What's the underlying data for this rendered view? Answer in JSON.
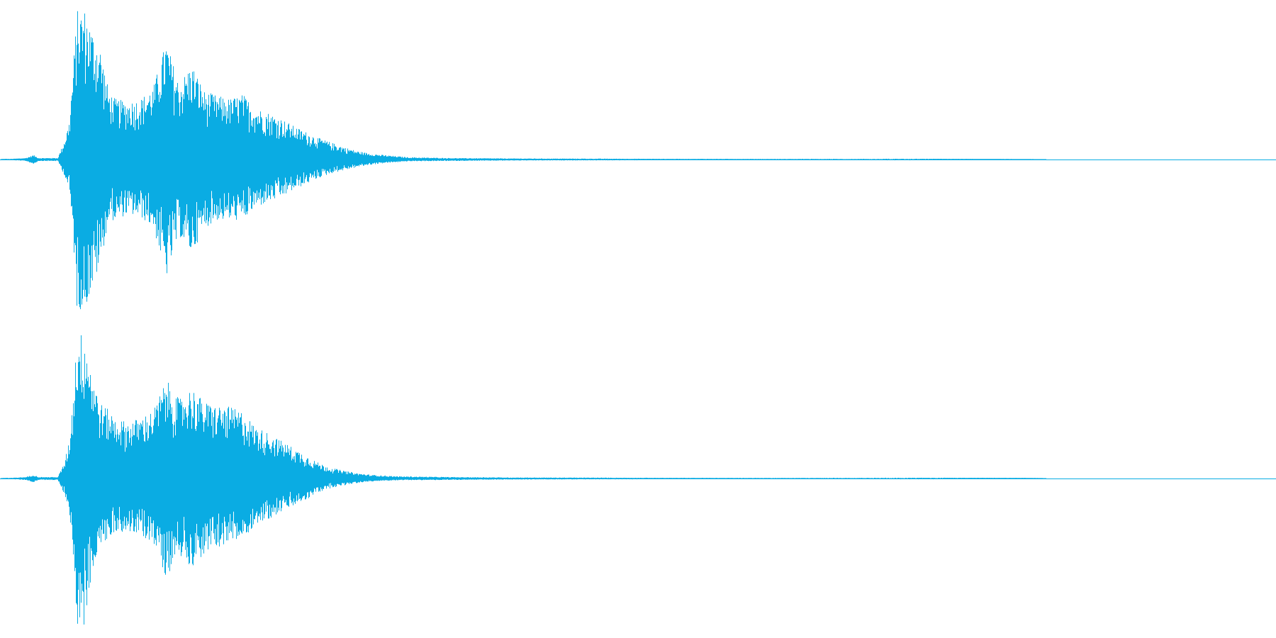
{
  "chart_data": {
    "type": "area",
    "title": "",
    "xlabel": "",
    "ylabel": "",
    "grid": false,
    "legend": "none",
    "x_range": [
      0,
      1
    ],
    "y_range": [
      -1,
      1
    ],
    "series": [
      {
        "channel": 1,
        "envelope_max": [
          [
            0.0,
            0.0
          ],
          [
            0.02,
            0.01
          ],
          [
            0.026,
            0.03
          ],
          [
            0.03,
            0.01
          ],
          [
            0.045,
            0.01
          ],
          [
            0.05,
            0.12
          ],
          [
            0.054,
            0.25
          ],
          [
            0.057,
            0.6
          ],
          [
            0.06,
            0.98
          ],
          [
            0.066,
            0.99
          ],
          [
            0.072,
            0.85
          ],
          [
            0.078,
            0.75
          ],
          [
            0.085,
            0.45
          ],
          [
            0.09,
            0.4
          ],
          [
            0.1,
            0.38
          ],
          [
            0.11,
            0.4
          ],
          [
            0.12,
            0.48
          ],
          [
            0.13,
            0.78
          ],
          [
            0.14,
            0.5
          ],
          [
            0.15,
            0.63
          ],
          [
            0.16,
            0.45
          ],
          [
            0.17,
            0.42
          ],
          [
            0.18,
            0.4
          ],
          [
            0.19,
            0.43
          ],
          [
            0.2,
            0.34
          ],
          [
            0.21,
            0.31
          ],
          [
            0.22,
            0.27
          ],
          [
            0.23,
            0.22
          ],
          [
            0.24,
            0.18
          ],
          [
            0.25,
            0.14
          ],
          [
            0.26,
            0.11
          ],
          [
            0.27,
            0.08
          ],
          [
            0.28,
            0.055
          ],
          [
            0.29,
            0.04
          ],
          [
            0.3,
            0.03
          ],
          [
            0.32,
            0.015
          ],
          [
            0.35,
            0.01
          ],
          [
            0.4,
            0.007
          ],
          [
            0.5,
            0.005
          ],
          [
            0.6,
            0.004
          ],
          [
            0.7,
            0.003
          ],
          [
            0.75,
            0.002
          ],
          [
            0.82,
            0.0
          ],
          [
            1.0,
            0.0
          ]
        ],
        "envelope_min": [
          [
            0.0,
            0.0
          ],
          [
            0.02,
            -0.01
          ],
          [
            0.026,
            -0.03
          ],
          [
            0.03,
            -0.01
          ],
          [
            0.045,
            -0.01
          ],
          [
            0.05,
            -0.1
          ],
          [
            0.054,
            -0.2
          ],
          [
            0.057,
            -0.5
          ],
          [
            0.06,
            -0.98
          ],
          [
            0.066,
            -0.99
          ],
          [
            0.072,
            -0.85
          ],
          [
            0.078,
            -0.7
          ],
          [
            0.085,
            -0.4
          ],
          [
            0.09,
            -0.4
          ],
          [
            0.1,
            -0.36
          ],
          [
            0.11,
            -0.38
          ],
          [
            0.12,
            -0.45
          ],
          [
            0.13,
            -0.78
          ],
          [
            0.14,
            -0.5
          ],
          [
            0.15,
            -0.62
          ],
          [
            0.16,
            -0.45
          ],
          [
            0.17,
            -0.4
          ],
          [
            0.18,
            -0.4
          ],
          [
            0.19,
            -0.4
          ],
          [
            0.2,
            -0.32
          ],
          [
            0.21,
            -0.28
          ],
          [
            0.22,
            -0.25
          ],
          [
            0.23,
            -0.2
          ],
          [
            0.24,
            -0.16
          ],
          [
            0.25,
            -0.12
          ],
          [
            0.26,
            -0.09
          ],
          [
            0.27,
            -0.07
          ],
          [
            0.28,
            -0.05
          ],
          [
            0.29,
            -0.035
          ],
          [
            0.3,
            -0.025
          ],
          [
            0.32,
            -0.012
          ],
          [
            0.35,
            -0.01
          ],
          [
            0.4,
            -0.007
          ],
          [
            0.5,
            -0.005
          ],
          [
            0.6,
            -0.004
          ],
          [
            0.7,
            -0.003
          ],
          [
            0.75,
            -0.002
          ],
          [
            0.82,
            0.0
          ],
          [
            1.0,
            0.0
          ]
        ]
      },
      {
        "channel": 2,
        "envelope_max": [
          [
            0.0,
            0.0
          ],
          [
            0.02,
            0.01
          ],
          [
            0.026,
            0.025
          ],
          [
            0.03,
            0.01
          ],
          [
            0.045,
            0.01
          ],
          [
            0.05,
            0.1
          ],
          [
            0.054,
            0.25
          ],
          [
            0.057,
            0.55
          ],
          [
            0.06,
            0.95
          ],
          [
            0.066,
            0.96
          ],
          [
            0.072,
            0.7
          ],
          [
            0.078,
            0.5
          ],
          [
            0.085,
            0.45
          ],
          [
            0.09,
            0.4
          ],
          [
            0.1,
            0.37
          ],
          [
            0.11,
            0.4
          ],
          [
            0.12,
            0.45
          ],
          [
            0.13,
            0.65
          ],
          [
            0.14,
            0.52
          ],
          [
            0.15,
            0.6
          ],
          [
            0.16,
            0.5
          ],
          [
            0.17,
            0.48
          ],
          [
            0.18,
            0.47
          ],
          [
            0.19,
            0.44
          ],
          [
            0.2,
            0.34
          ],
          [
            0.21,
            0.3
          ],
          [
            0.22,
            0.25
          ],
          [
            0.23,
            0.2
          ],
          [
            0.24,
            0.15
          ],
          [
            0.25,
            0.1
          ],
          [
            0.26,
            0.07
          ],
          [
            0.27,
            0.05
          ],
          [
            0.28,
            0.035
          ],
          [
            0.29,
            0.025
          ],
          [
            0.31,
            0.015
          ],
          [
            0.35,
            0.01
          ],
          [
            0.4,
            0.007
          ],
          [
            0.5,
            0.005
          ],
          [
            0.6,
            0.004
          ],
          [
            0.7,
            0.003
          ],
          [
            0.8,
            0.002
          ],
          [
            0.82,
            0.0
          ],
          [
            1.0,
            0.0
          ]
        ],
        "envelope_min": [
          [
            0.0,
            0.0
          ],
          [
            0.02,
            -0.01
          ],
          [
            0.026,
            -0.025
          ],
          [
            0.03,
            -0.01
          ],
          [
            0.045,
            -0.01
          ],
          [
            0.05,
            -0.1
          ],
          [
            0.054,
            -0.2
          ],
          [
            0.057,
            -0.5
          ],
          [
            0.06,
            -0.97
          ],
          [
            0.066,
            -0.98
          ],
          [
            0.072,
            -0.6
          ],
          [
            0.078,
            -0.45
          ],
          [
            0.085,
            -0.4
          ],
          [
            0.09,
            -0.35
          ],
          [
            0.1,
            -0.35
          ],
          [
            0.11,
            -0.38
          ],
          [
            0.12,
            -0.42
          ],
          [
            0.13,
            -0.65
          ],
          [
            0.14,
            -0.5
          ],
          [
            0.15,
            -0.58
          ],
          [
            0.16,
            -0.5
          ],
          [
            0.17,
            -0.45
          ],
          [
            0.18,
            -0.43
          ],
          [
            0.19,
            -0.4
          ],
          [
            0.2,
            -0.3
          ],
          [
            0.21,
            -0.27
          ],
          [
            0.22,
            -0.22
          ],
          [
            0.23,
            -0.18
          ],
          [
            0.24,
            -0.14
          ],
          [
            0.25,
            -0.09
          ],
          [
            0.26,
            -0.06
          ],
          [
            0.27,
            -0.045
          ],
          [
            0.28,
            -0.03
          ],
          [
            0.29,
            -0.02
          ],
          [
            0.31,
            -0.012
          ],
          [
            0.35,
            -0.01
          ],
          [
            0.4,
            -0.007
          ],
          [
            0.5,
            -0.005
          ],
          [
            0.6,
            -0.004
          ],
          [
            0.7,
            -0.003
          ],
          [
            0.8,
            -0.002
          ],
          [
            0.82,
            0.0
          ],
          [
            1.0,
            0.0
          ]
        ]
      }
    ]
  },
  "colors": {
    "waveform": "#0aace3",
    "background": "#ffffff"
  }
}
